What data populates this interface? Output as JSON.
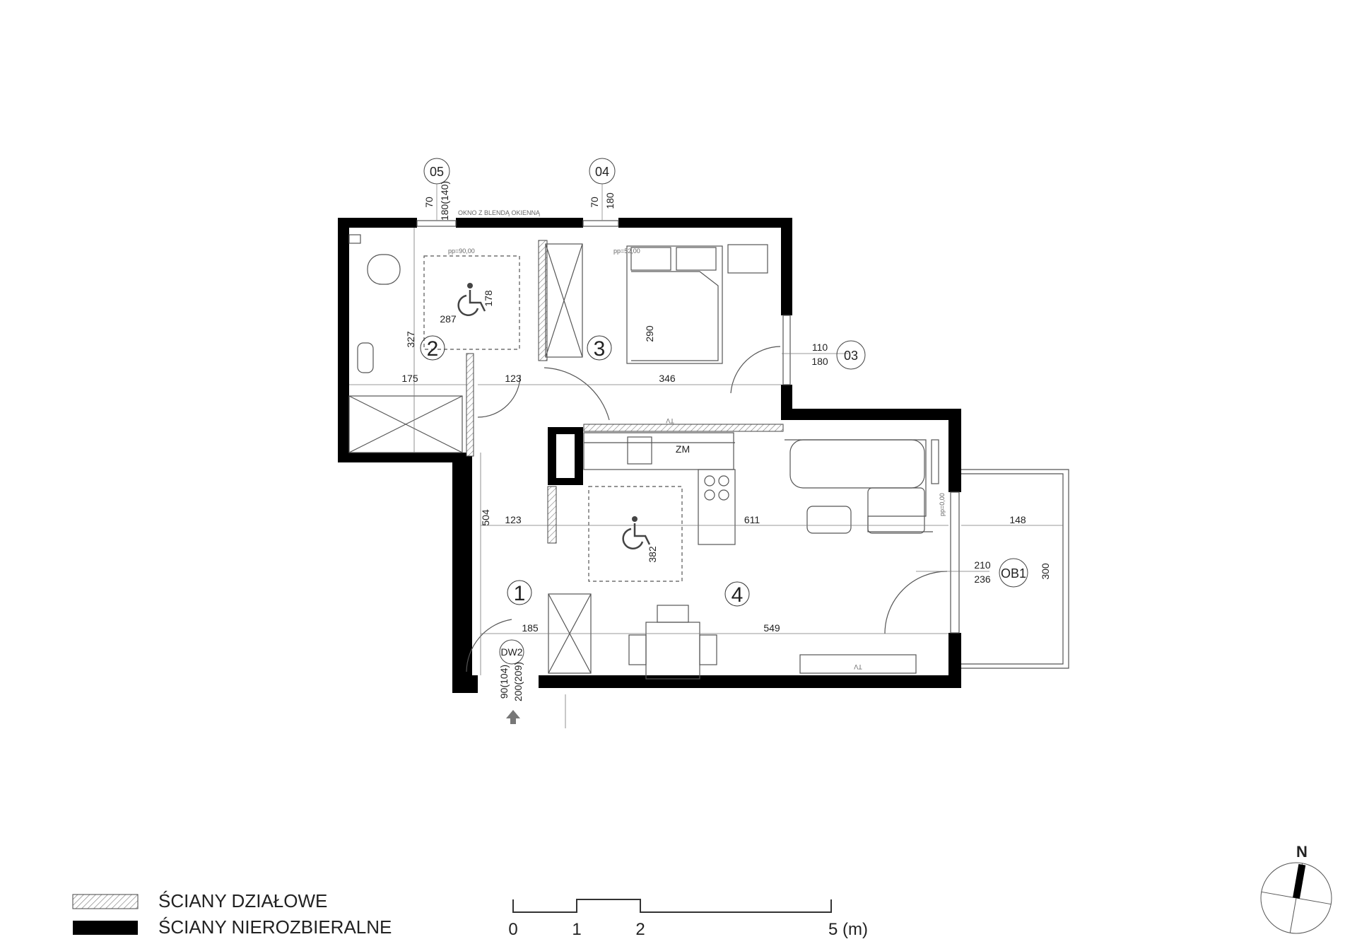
{
  "colors": {
    "wall": "#000000",
    "line": "#555555",
    "thin": "#888888",
    "background": "#ffffff"
  },
  "rooms": [
    {
      "id": "room-1",
      "number": "1"
    },
    {
      "id": "room-2",
      "number": "2"
    },
    {
      "id": "room-3",
      "number": "3"
    },
    {
      "id": "room-4",
      "number": "4"
    }
  ],
  "dimensions": {
    "d327": "327",
    "d287": "287",
    "d178": "178",
    "d175": "175",
    "d123a": "123",
    "d346": "346",
    "d290": "290",
    "d504": "504",
    "d123b": "123",
    "d611": "611",
    "d382": "382",
    "d185": "185",
    "d549": "549",
    "d148": "148",
    "d300": "300"
  },
  "tags": {
    "w05": "05",
    "w04": "04",
    "w03": "03",
    "ob1": "OB1",
    "dw2": "DW2"
  },
  "openings": {
    "w05_sill": "70",
    "w05_height": "180(140)",
    "w04_sill": "70",
    "w04_height": "180",
    "w03_width": "110",
    "w03_height": "180",
    "ob1_width": "210",
    "ob1_height": "236",
    "dw2_width": "90(104)",
    "dw2_height": "200(209)"
  },
  "fixtures": {
    "zm": "ZM",
    "tv": "TV",
    "tv_small": "TV"
  },
  "small_notes": {
    "window_note": "OKNO Z BLENDĄ OKIENNĄ",
    "sill_05": "pp=90,00",
    "sill_04": "pp=52,00",
    "sill_ob1": "pp=0,00"
  },
  "legend": {
    "partition": "ŚCIANY DZIAŁOWE",
    "structural": "ŚCIANY NIEROZBIERALNE"
  },
  "scale": {
    "ticks": [
      "0",
      "1",
      "2",
      "5 (m)"
    ]
  },
  "north": {
    "label": "N"
  }
}
